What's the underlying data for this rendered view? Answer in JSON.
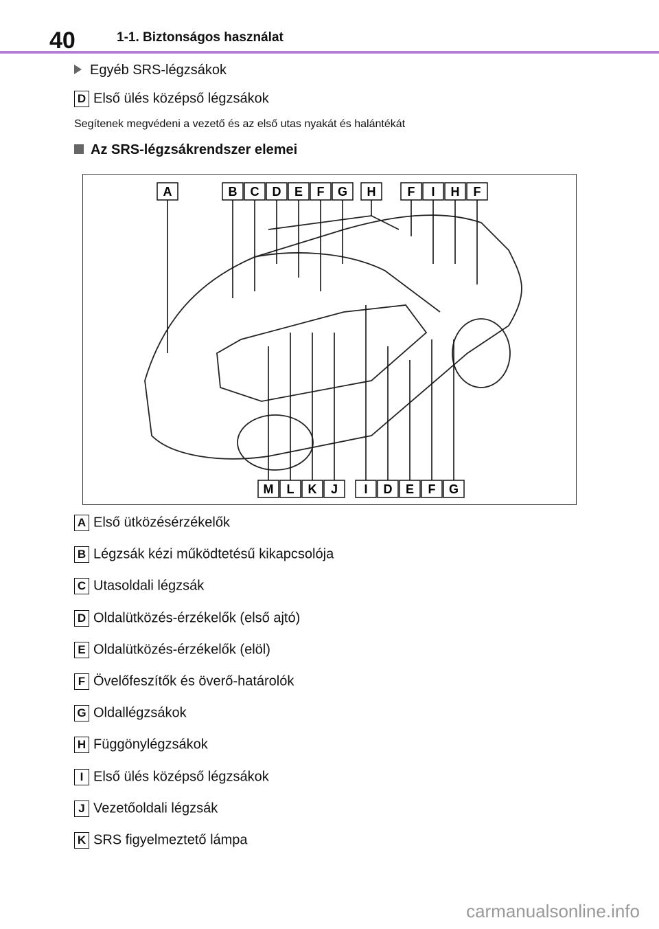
{
  "header": {
    "page_number": "40",
    "chapter": "1-1. Biztonságos használat"
  },
  "intro": {
    "bullet": "Egyéb SRS-légzsákok",
    "item_label": "D",
    "item_text": "Első ülés középső légzsákok",
    "note": "Segítenek megvédeni a vezető és az első utas nyakát és halántékát"
  },
  "section_title": "Az SRS-légzsákrendszer elemei",
  "diagram": {
    "top_labels": [
      "A",
      "B",
      "C",
      "D",
      "E",
      "F",
      "G",
      "H",
      "F",
      "I",
      "H",
      "F"
    ],
    "bottom_labels": [
      "M",
      "L",
      "K",
      "J",
      "I",
      "D",
      "E",
      "F",
      "G"
    ]
  },
  "legend": [
    {
      "label": "A",
      "text": "Első ütközésérzékelők"
    },
    {
      "label": "B",
      "text": "Légzsák kézi működtetésű kikapcsolója"
    },
    {
      "label": "C",
      "text": "Utasoldali légzsák"
    },
    {
      "label": "D",
      "text": "Oldalütközés-érzékelők (első ajtó)"
    },
    {
      "label": "E",
      "text": "Oldalütközés-érzékelők (elöl)"
    },
    {
      "label": "F",
      "text": "Övelőfeszítők és överő-határolók"
    },
    {
      "label": "G",
      "text": "Oldallégzsákok"
    },
    {
      "label": "H",
      "text": "Függönylégzsákok"
    },
    {
      "label": "I",
      "text": "Első ülés középső légzsákok"
    },
    {
      "label": "J",
      "text": "Vezetőoldali légzsák"
    },
    {
      "label": "K",
      "text": "SRS figyelmeztető lámpa"
    }
  ],
  "watermark": "carmanualsonline.info"
}
